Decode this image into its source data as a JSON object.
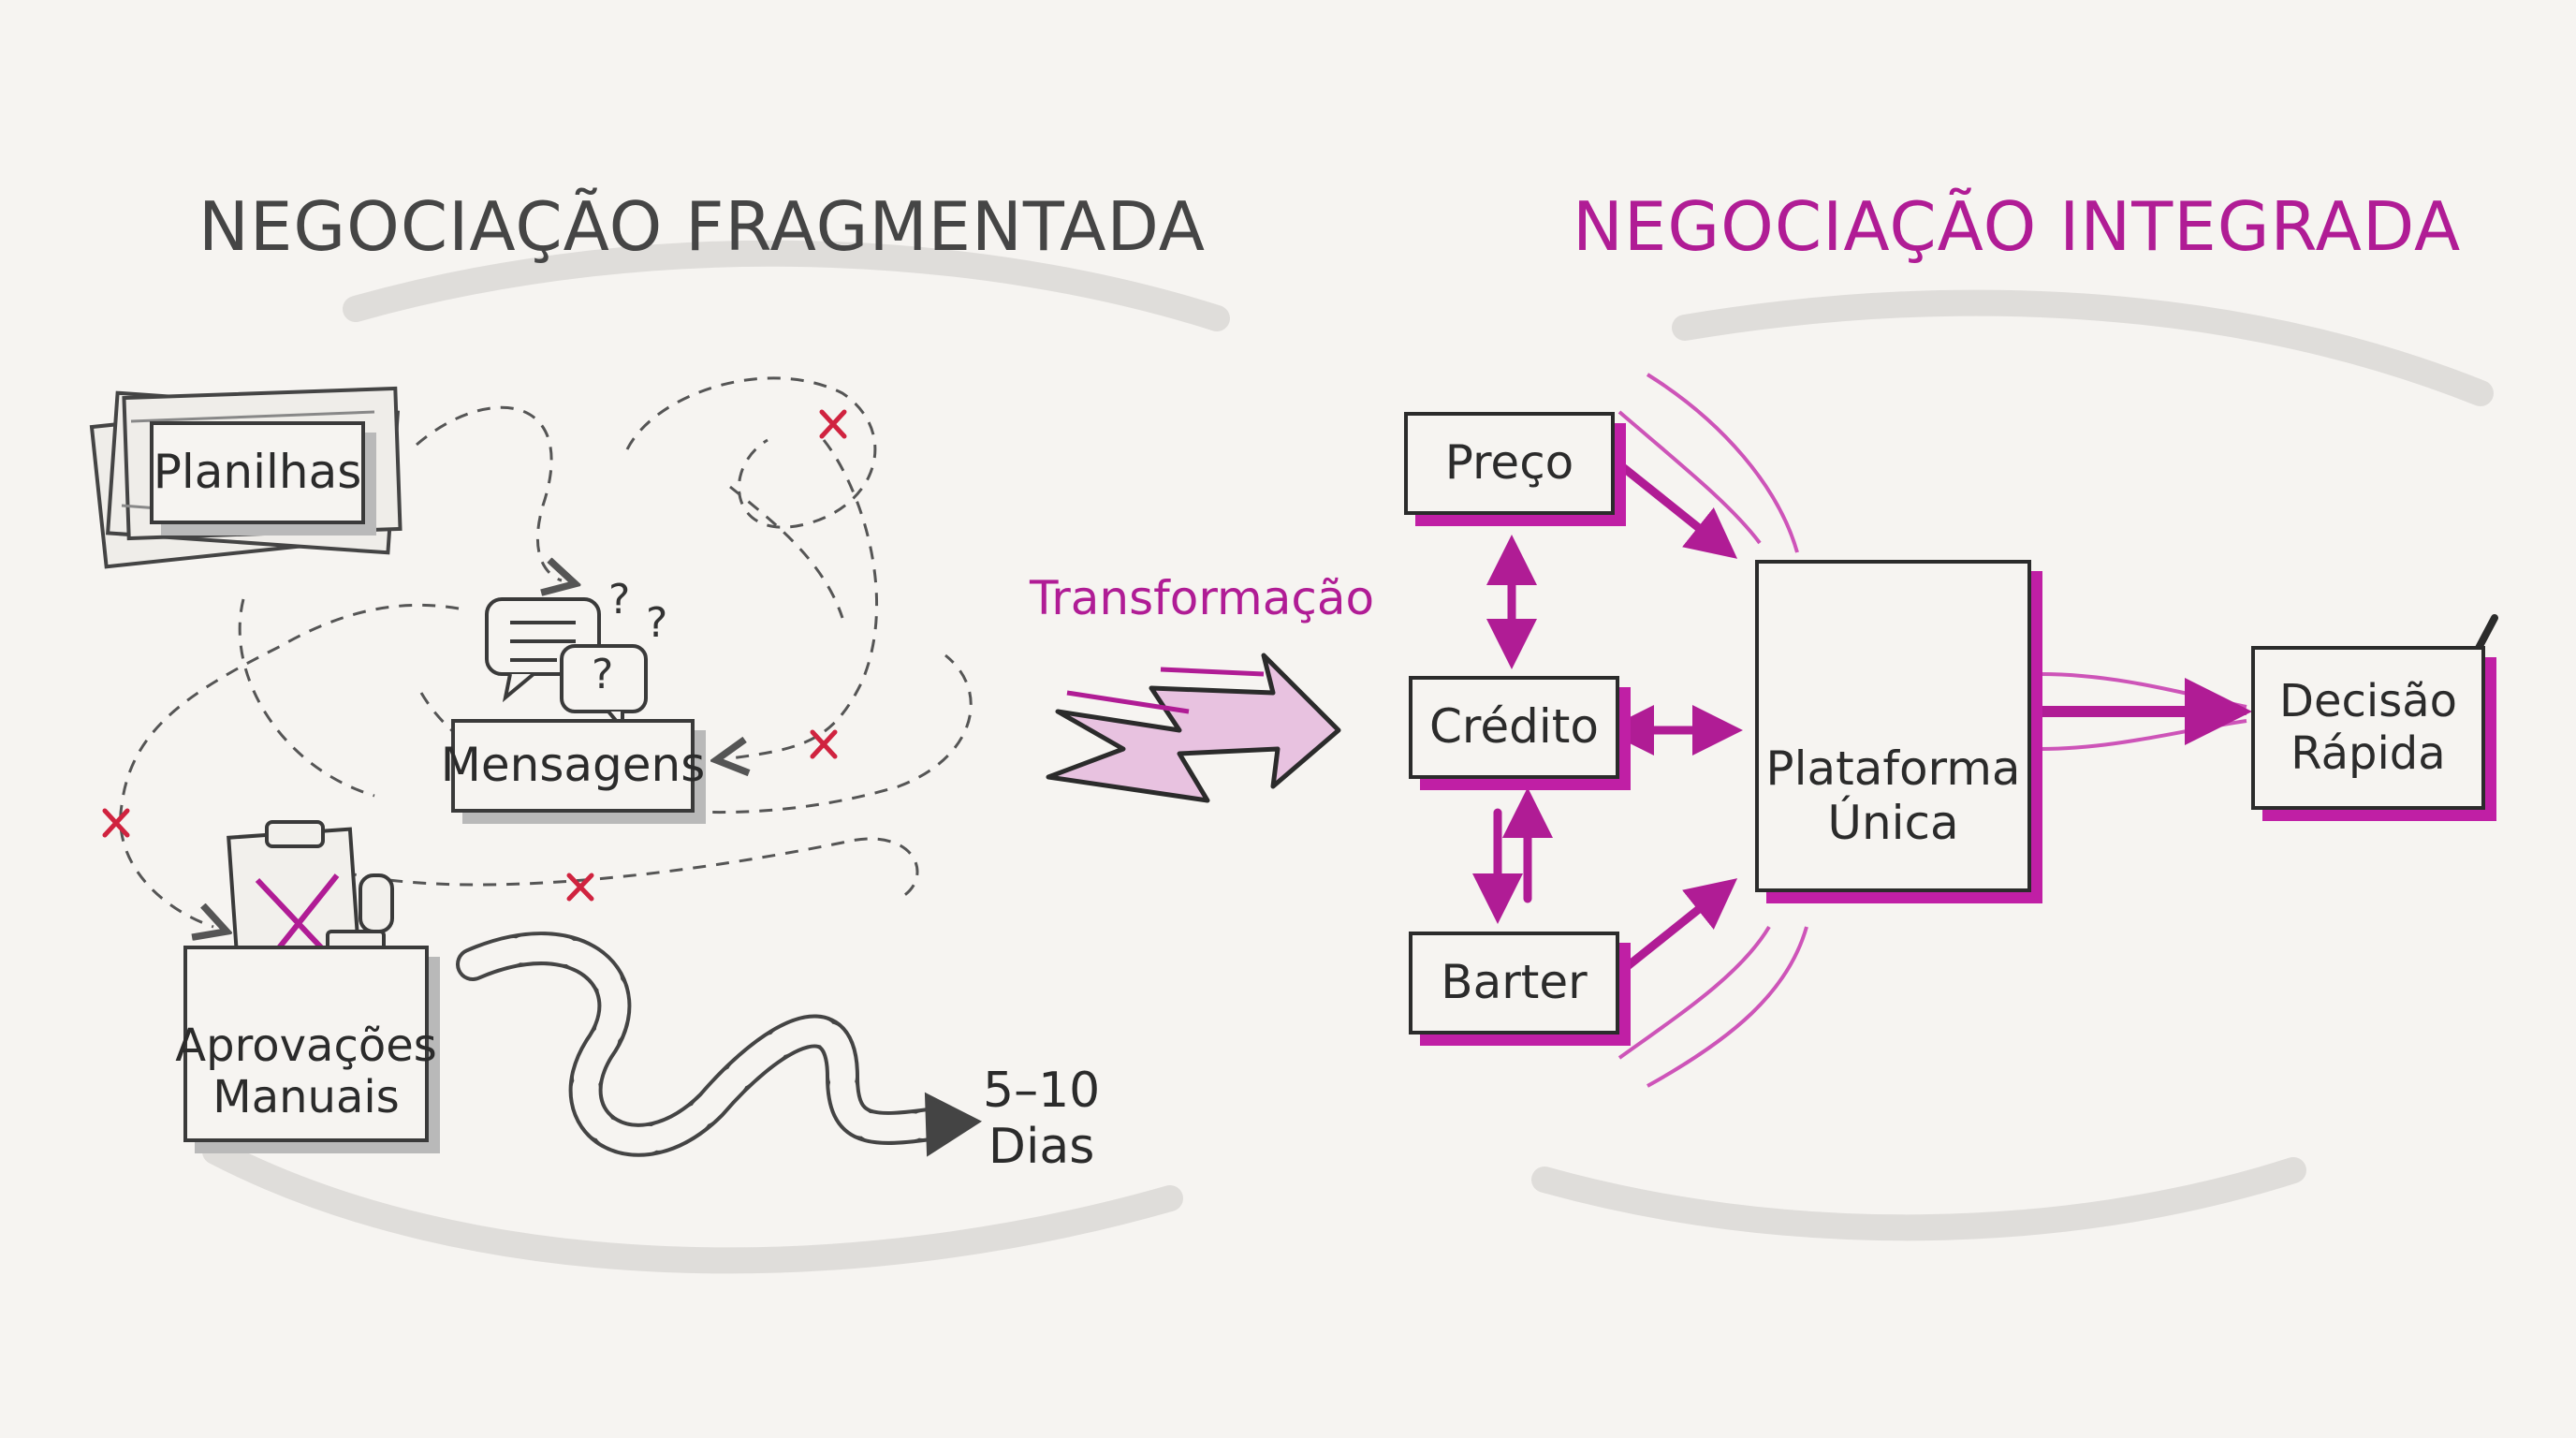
{
  "left_section": {
    "title": "NEGOCIAÇÃO FRAGMENTADA",
    "nodes": {
      "planilhas": "Planilhas",
      "mensagens": "Mensagens",
      "aprovacoes_line1": "Aprovações",
      "aprovacoes_line2": "Manuais"
    },
    "duration_line1": "5–10",
    "duration_line2": "Dias"
  },
  "middle": {
    "label": "Transformação"
  },
  "right_section": {
    "title": "NEGOCIAÇÃO INTEGRADA",
    "nodes": {
      "preco": "Preço",
      "credito": "Crédito",
      "barter": "Barter",
      "plataforma_line1": "Plataforma",
      "plataforma_line2": "Única",
      "decisao_line1": "Decisão",
      "decisao_line2": "Rápida"
    }
  },
  "colors": {
    "accent": "#b01c95",
    "ink": "#2b2b2b",
    "pencil": "#9a9a9a",
    "cross": "#d0233f",
    "paper": "#f6f4f1"
  },
  "icons": [
    "documents-icon",
    "chat-bubbles-icon",
    "question-mark-icon",
    "clipboard-icon",
    "stamp-icon",
    "gears-icon",
    "checkmark-icon",
    "lightning-arrow-icon",
    "cross-icon"
  ]
}
